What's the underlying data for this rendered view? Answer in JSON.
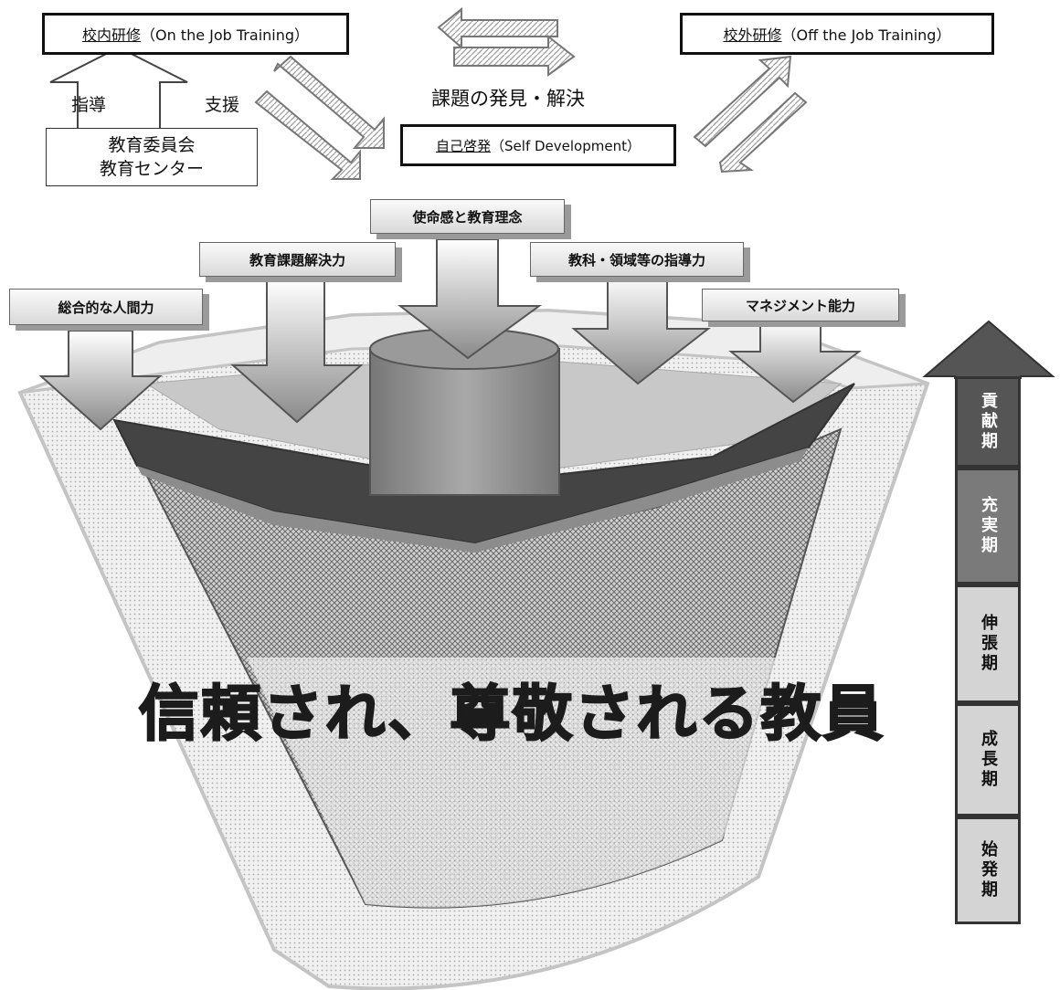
{
  "top": {
    "ojt": {
      "underlined": "校内研修",
      "rest": "（On the Job Training）"
    },
    "offjt": {
      "underlined": "校外研修",
      "rest": "（Off the Job Training）"
    },
    "sd": {
      "underlined": "自己啓発",
      "rest": "（Self Development）"
    },
    "center_label": "課題の発見・解決",
    "guidance_label": "指導",
    "support_label": "支援",
    "board_line1": "教育委員会",
    "board_line2": "教育センター"
  },
  "abilities": [
    "総合的な人間力",
    "教育課題解決力",
    "使命感と教育理念",
    "教科・領域等の指導力",
    "マネジメント能力"
  ],
  "main_title": "信頼され、尊敬される教員",
  "stages": [
    "貢献期",
    "充実期",
    "伸張期",
    "成長期",
    "始発期"
  ],
  "colors": {
    "stage_dark": "#555555",
    "stage_mid": "#7a7a7a",
    "stage_light": "#d4d4d4"
  }
}
